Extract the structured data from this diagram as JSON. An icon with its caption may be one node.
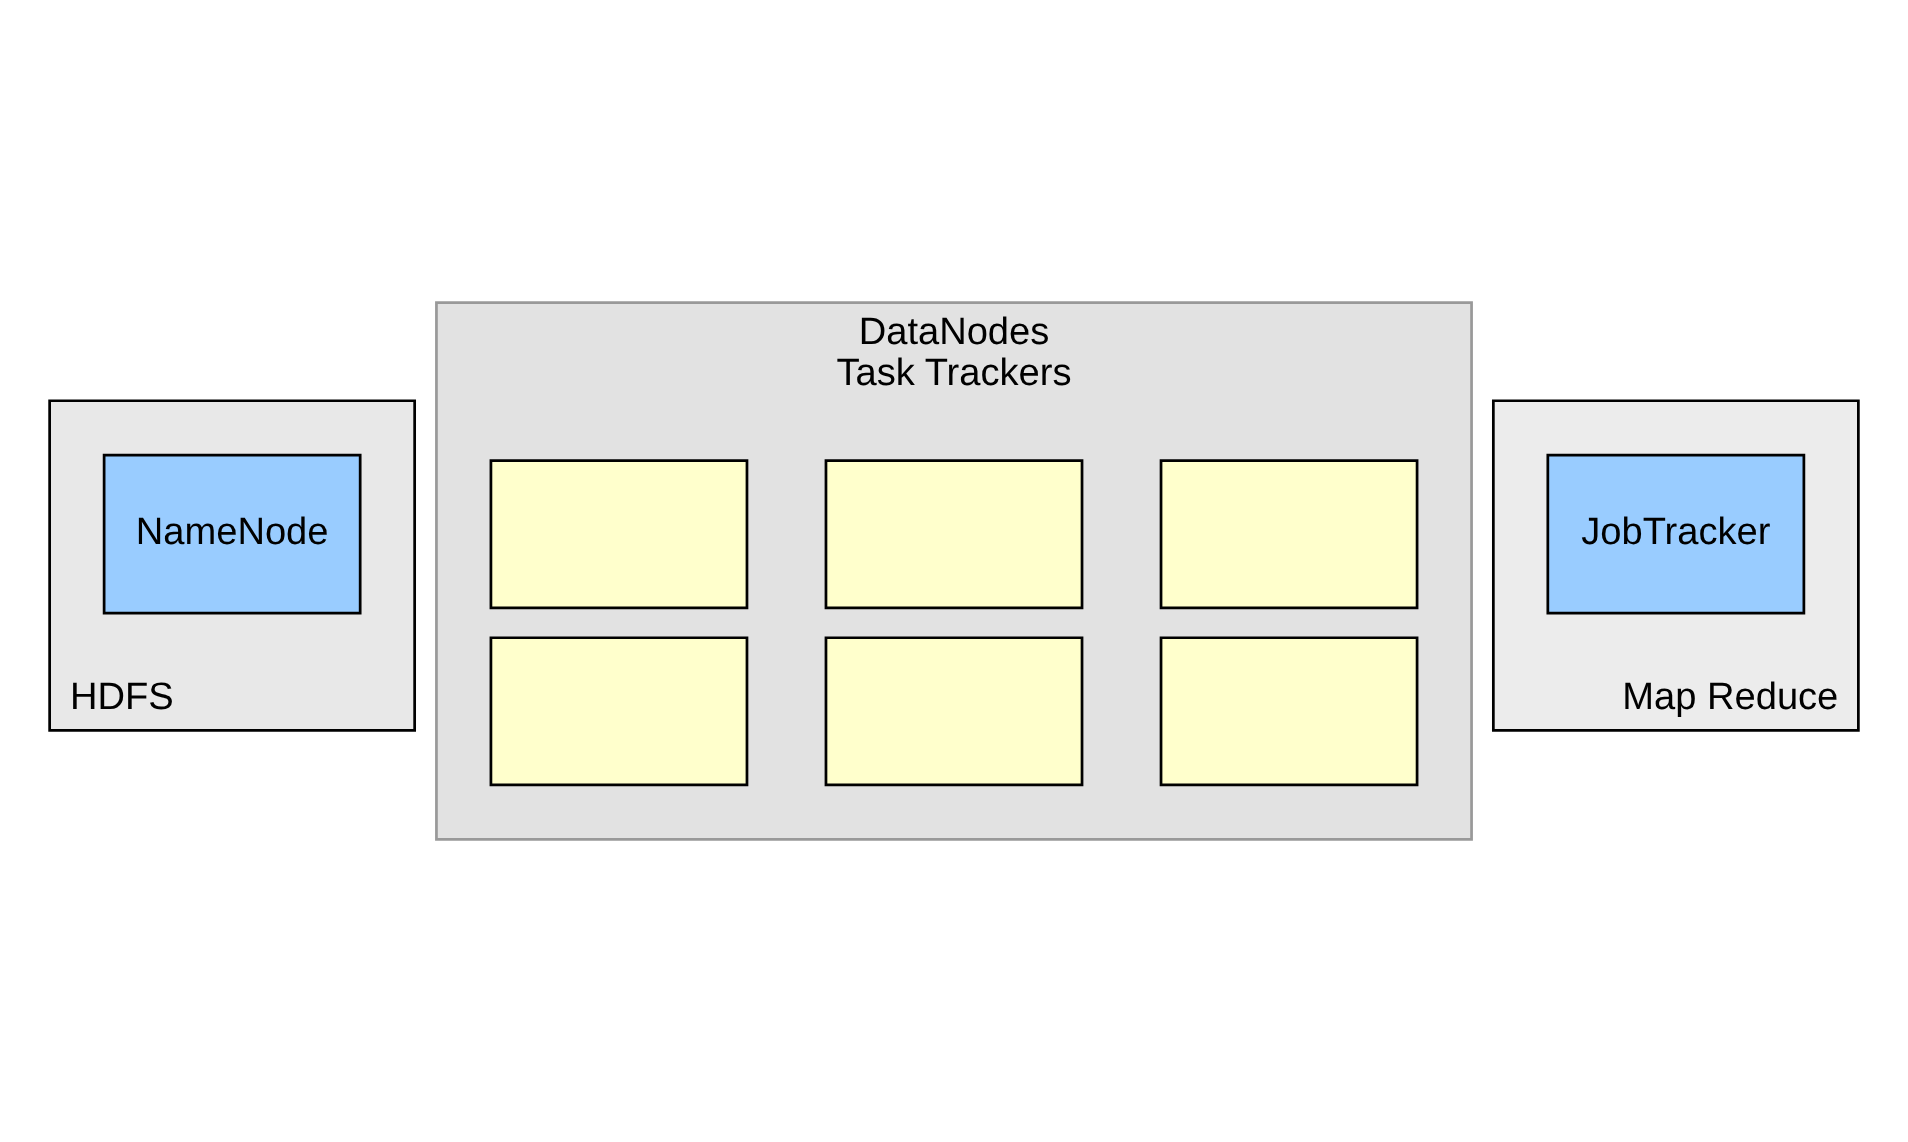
{
  "diagram": {
    "nodes": [
      {
        "text": [
          "HDFS"
        ]
      },
      {
        "text": [
          "NameNode"
        ],
        "in": 0
      },
      {
        "text": [
          "DataNodes",
          "Task Trackers"
        ]
      },
      {
        "text": [],
        "shape": "box",
        "in": 2
      },
      {
        "text": [],
        "shape": "box",
        "in": 2
      },
      {
        "text": [],
        "shape": "box",
        "in": 2
      },
      {
        "text": [],
        "shape": "box",
        "in": 2
      },
      {
        "text": [],
        "shape": "box",
        "in": 2
      },
      {
        "text": [],
        "shape": "box",
        "in": 2
      },
      {
        "text": [
          "Map Reduce"
        ]
      },
      {
        "text": [
          "JobTracker"
        ],
        "in": 9
      }
    ],
    "edges": []
  }
}
